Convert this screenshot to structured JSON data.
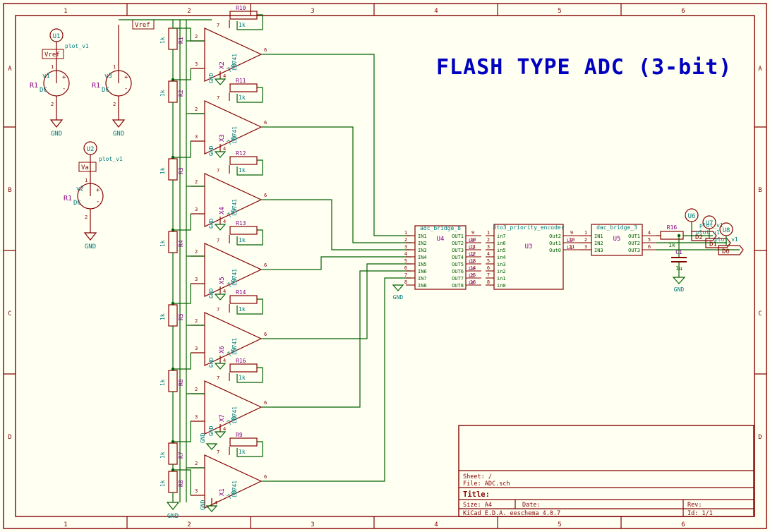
{
  "app": {
    "program": "KiCad E.D.A.  eeschema 4.0.7",
    "canvas_background": "#fffff2"
  },
  "colors": {
    "border": "#840000",
    "wire": "#006100",
    "component_outline": "#840000",
    "label_text": "#007c7c",
    "value_text": "#006100",
    "reference_text": "#008484",
    "title_text": "#0000c0",
    "pin_number": "#840000",
    "net_label": "#840084"
  },
  "title_text": "FLASH TYPE ADC (3-bit)",
  "border": {
    "top_numbers": [
      "1",
      "2",
      "3",
      "4",
      "5",
      "6"
    ],
    "bottom_numbers": [
      "1",
      "2",
      "3",
      "4",
      "5",
      "6"
    ],
    "left_letters": [
      "A",
      "B",
      "C",
      "D"
    ],
    "right_letters": [
      "A",
      "B",
      "C",
      "D"
    ]
  },
  "title_block": {
    "sheet": "Sheet:  /",
    "file": "File: ADC.sch",
    "title_label": "Title:",
    "title_value": "",
    "size_label": "Size: A4",
    "date_label": "Date:",
    "rev_label": "Rev:",
    "program": "KiCad E.D.A.  eeschema 4.0.7",
    "id_label": "Id: 1/1"
  },
  "sources": [
    {
      "probe": "U1",
      "probe_label": "plot_v1",
      "net_label": "Vref",
      "pin_plus": "1",
      "pin_minus": "2",
      "spice_name": "v1",
      "reference": "R1",
      "value": "DC",
      "ground": "GND"
    },
    {
      "probe": "",
      "probe_label": "",
      "net_label": "Vref",
      "pin_plus": "1",
      "pin_minus": "2",
      "spice_name": "v3",
      "reference": "R1",
      "value": "DC",
      "ground": "GND"
    },
    {
      "probe": "U2",
      "probe_label": "plot_v1",
      "net_label": "Va",
      "pin_plus": "1",
      "pin_minus": "2",
      "spice_name": "v2",
      "reference": "R1",
      "value": "DC",
      "ground": "GND"
    }
  ],
  "ladder": {
    "net_label_top": "Vref",
    "ground": "GND",
    "resistors": [
      {
        "reference": "R1",
        "value": "1k"
      },
      {
        "reference": "R2",
        "value": "1k"
      },
      {
        "reference": "R3",
        "value": "1k"
      },
      {
        "reference": "R4",
        "value": "1k"
      },
      {
        "reference": "R5",
        "value": "1k"
      },
      {
        "reference": "R6",
        "value": "1k"
      },
      {
        "reference": "R7",
        "value": "1k"
      },
      {
        "reference": "R8",
        "value": "1k"
      }
    ]
  },
  "comparators": [
    {
      "reference": "X2",
      "value": "LM741",
      "model": "opamp_741",
      "pin_plus": "2",
      "pin_minus": "3",
      "pin_out": "6",
      "pin_vcc": "7",
      "pin_vee": "4",
      "feedback": {
        "reference": "R10",
        "value": "1k"
      },
      "ground": "GND"
    },
    {
      "reference": "X3",
      "value": "LM741",
      "model": "opamp_741",
      "pin_plus": "2",
      "pin_minus": "3",
      "pin_out": "6",
      "pin_vcc": "7",
      "pin_vee": "4",
      "feedback": {
        "reference": "R11",
        "value": "1k"
      },
      "ground": "GND"
    },
    {
      "reference": "X4",
      "value": "LM741",
      "model": "opamp_741",
      "pin_plus": "2",
      "pin_minus": "3",
      "pin_out": "6",
      "pin_vcc": "7",
      "pin_vee": "4",
      "feedback": {
        "reference": "R12",
        "value": "1k"
      },
      "ground": "GND"
    },
    {
      "reference": "X5",
      "value": "LM741",
      "model": "opamp_741",
      "pin_plus": "2",
      "pin_minus": "3",
      "pin_out": "6",
      "pin_vcc": "7",
      "pin_vee": "4",
      "feedback": {
        "reference": "R13",
        "value": "1k"
      },
      "ground": "GND"
    },
    {
      "reference": "X6",
      "value": "LM741",
      "model": "opamp_741",
      "pin_plus": "2",
      "pin_minus": "3",
      "pin_out": "6",
      "pin_vcc": "7",
      "pin_vee": "4",
      "feedback": {
        "reference": "R14",
        "value": "1k"
      },
      "ground": "GND"
    },
    {
      "reference": "X7",
      "value": "LM741",
      "model": "opamp_741",
      "pin_plus": "2",
      "pin_minus": "3",
      "pin_out": "6",
      "pin_vcc": "7",
      "pin_vee": "4",
      "feedback": {
        "reference": "R16",
        "value": "1k"
      },
      "ground": "GND"
    },
    {
      "reference": "X1",
      "value": "LM741",
      "model": "opamp_741",
      "pin_plus": "2",
      "pin_minus": "3",
      "pin_out": "6",
      "pin_vcc": "7",
      "pin_vee": "4",
      "feedback": {
        "reference": "R9",
        "value": "1k"
      },
      "ground": "GND"
    }
  ],
  "adc_bridge": {
    "name": "adc_bridge_8",
    "reference": "U4",
    "inputs": [
      "IN1",
      "IN2",
      "IN3",
      "IN4",
      "IN5",
      "IN6",
      "IN7",
      "IN8"
    ],
    "input_pins": [
      "1",
      "2",
      "3",
      "4",
      "5",
      "6",
      "7",
      "8"
    ],
    "outputs": [
      "OUT1",
      "OUT2",
      "OUT3",
      "OUT4",
      "OUT5",
      "OUT6",
      "OUT7",
      "OUT8"
    ],
    "output_pins": [
      "9",
      "10",
      "11",
      "12",
      "13",
      "14",
      "15",
      "16"
    ],
    "output_labels": [
      "L0",
      "L1",
      "L2",
      "L3",
      "L4",
      "L5",
      "L6"
    ],
    "ground": "GND"
  },
  "priority_encoder": {
    "name": "8to3_priority_encoder",
    "reference": "U3",
    "inputs": [
      "in7",
      "in6",
      "in5",
      "in4",
      "in3",
      "in2",
      "in1",
      "in0"
    ],
    "input_pins": [
      "1",
      "2",
      "3",
      "4",
      "5",
      "6",
      "7",
      "8"
    ],
    "outputs": [
      "Out2",
      "Out1",
      "Out0"
    ],
    "output_pins": [
      "9",
      "10",
      "11"
    ],
    "output_labels": [
      "L0",
      "L1"
    ]
  },
  "dac_bridge": {
    "name": "dac_bridge_3",
    "reference": "U5",
    "inputs": [
      "IN1",
      "IN2",
      "IN3"
    ],
    "input_pins": [
      "1",
      "2",
      "3"
    ],
    "outputs": [
      "OUT1",
      "OUT2",
      "OUT3"
    ],
    "output_pins": [
      "4",
      "5",
      "6"
    ]
  },
  "output_stage": {
    "resistor": {
      "reference": "R16",
      "value": "1k"
    },
    "capacitor": {
      "reference": "C1",
      "value": "1u"
    },
    "ground": "GND",
    "probes": [
      {
        "reference": "U6",
        "label": "plot_v1",
        "net": "D2"
      },
      {
        "reference": "U7",
        "label": "plot_v1",
        "net": "D1"
      },
      {
        "reference": "U8",
        "label": "plot_v1",
        "net": "D0"
      }
    ]
  }
}
